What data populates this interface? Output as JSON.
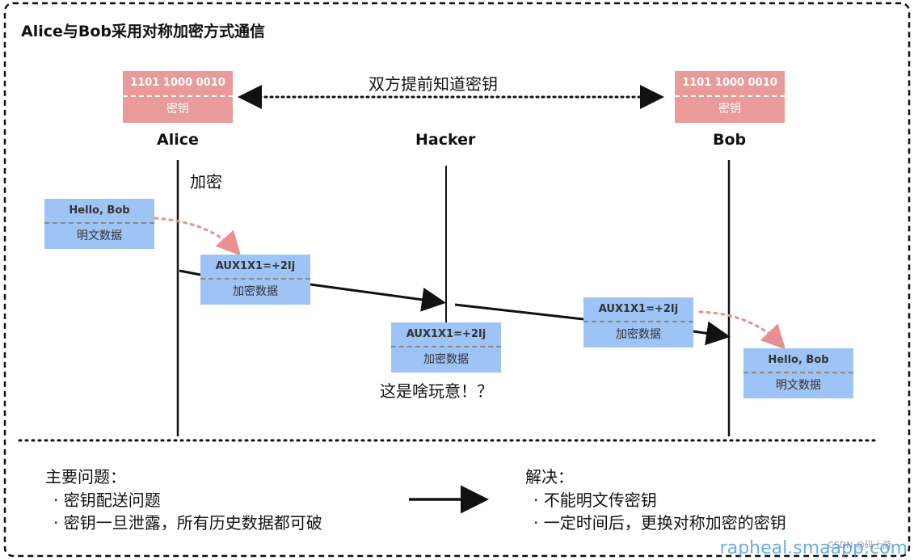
{
  "title": "Alice与Bob采用对称加密方式通信",
  "shared_key_label": "双方提前知道密钥",
  "actors": {
    "alice": "Alice",
    "hacker": "Hacker",
    "bob": "Bob"
  },
  "alice_key": {
    "value": "1101 1000 0010",
    "label": "密钥"
  },
  "bob_key": {
    "value": "1101 1000 0010",
    "label": "密钥"
  },
  "encrypt_label": "加密",
  "alice_plain": {
    "text": "Hello, Bob",
    "label": "明文数据"
  },
  "alice_cipher": {
    "text": "AUX1X1=+2Ij",
    "label": "加密数据"
  },
  "hacker_cipher": {
    "text": "AUX1X1=+2Ij",
    "label": "加密数据"
  },
  "hacker_remark": "这是啥玩意！？",
  "bob_cipher": {
    "text": "AUX1X1=+2Ij",
    "label": "加密数据"
  },
  "bob_plain": {
    "text": "Hello, Bob",
    "label": "明文数据"
  },
  "problems": {
    "heading": "主要问题：",
    "items": [
      "· 密钥配送问题",
      "· 密钥一旦泄露，所有历史数据都可破"
    ]
  },
  "solutions": {
    "heading": "解决：",
    "items": [
      "· 不能明文传密钥",
      "· 一定时间后，更换对称加密的密钥"
    ]
  },
  "watermark": "rapheal.smaapp.com",
  "watermark_small": "CSDN @码上游"
}
